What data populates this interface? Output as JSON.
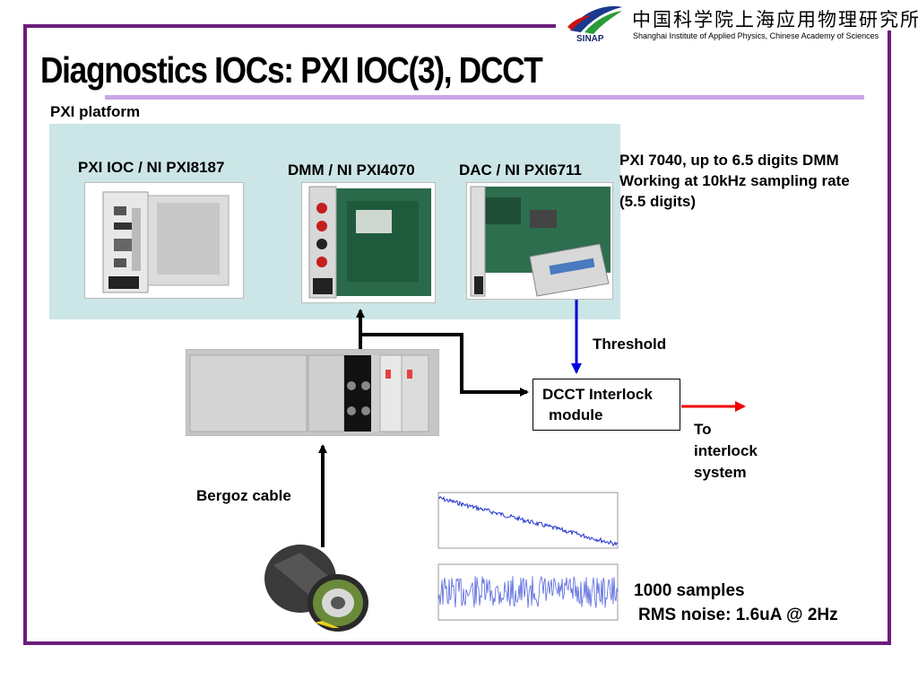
{
  "header": {
    "logo_name": "SINAP",
    "institute_cn": "中国科学院上海应用物理研究所",
    "institute_en": "Shanghai Institute of Applied Physics, Chinese Academy of Sciences"
  },
  "title": "Diagnostics IOCs: PXI IOC(3), DCCT",
  "labels": {
    "pxi_platform": "PXI platform",
    "pxi_ioc": "PXI IOC / NI PXI8187",
    "dmm": "DMM / NI PXI4070",
    "dac": "DAC / NI PXI6711",
    "dmm_note": [
      "PXI 7040, up to 6.5 digits DMM",
      "Working at 10kHz sampling rate",
      "(5.5 digits)"
    ],
    "threshold": "Threshold",
    "dcct_module": [
      "DCCT Interlock",
      "module"
    ],
    "to_interlock": [
      "To",
      "interlock",
      "system"
    ],
    "bergoz": "Bergoz cable",
    "samples": "1000 samples",
    "rms": "RMS noise:  1.6uA @ 2Hz"
  },
  "colors": {
    "frame": "#6b1d7c",
    "underline": "#c9a6e6",
    "panel": "#cce5e6",
    "threshold_arrow": "#0000dd",
    "output_arrow": "#ee0000"
  }
}
